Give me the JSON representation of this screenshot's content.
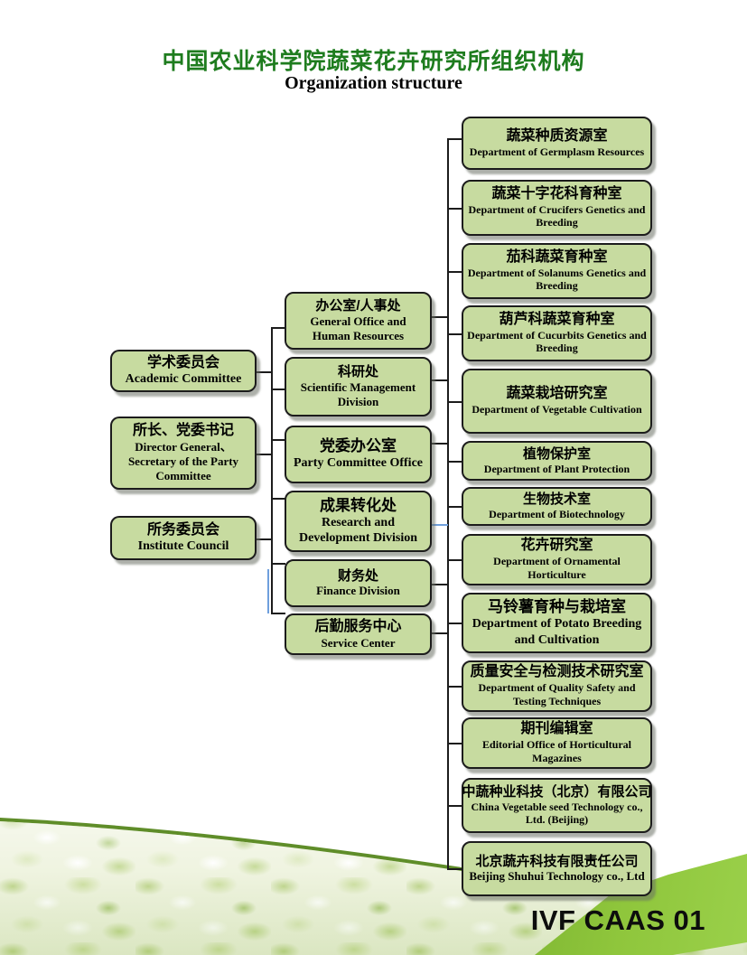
{
  "title": {
    "cn": "中国农业科学院蔬菜花卉研究所组织机构",
    "en": "Organization structure"
  },
  "footer": {
    "code": "IVF CAAS 01"
  },
  "org": {
    "left": [
      {
        "cn": "学术委员会",
        "en": "Academic Committee"
      },
      {
        "cn": "所长、党委书记",
        "en": "Director General、Secretary of the Party Committee"
      },
      {
        "cn": "所务委员会",
        "en": "Institute Council"
      }
    ],
    "middle": [
      {
        "cn": "办公室/人事处",
        "en": "General Office and Human Resources"
      },
      {
        "cn": "科研处",
        "en": "Scientific Management Division"
      },
      {
        "cn": "党委办公室",
        "en": "Party Committee Office"
      },
      {
        "cn": "成果转化处",
        "en": "Research and Development Division"
      },
      {
        "cn": "财务处",
        "en": "Finance Division"
      },
      {
        "cn": "后勤服务中心",
        "en": "Service Center"
      }
    ],
    "right": [
      {
        "cn": "蔬菜种质资源室",
        "en": "Department of Germplasm Resources"
      },
      {
        "cn": "蔬菜十字花科育种室",
        "en": "Department of Crucifers Genetics and Breeding"
      },
      {
        "cn": "茄科蔬菜育种室",
        "en": "Department of Solanums Genetics and Breeding"
      },
      {
        "cn": "葫芦科蔬菜育种室",
        "en": "Department of Cucurbits Genetics and Breeding"
      },
      {
        "cn": "蔬菜栽培研究室",
        "en": "Department of Vegetable Cultivation"
      },
      {
        "cn": "植物保护室",
        "en": "Department of Plant Protection"
      },
      {
        "cn": "生物技术室",
        "en": "Department of Biotechnology"
      },
      {
        "cn": "花卉研究室",
        "en": "Department of Ornamental Horticulture"
      },
      {
        "cn": "马铃薯育种与栽培室",
        "en": "Department of Potato Breeding and Cultivation"
      },
      {
        "cn": "质量安全与检测技术研究室",
        "en": "Department of Quality Safety and Testing Techniques"
      },
      {
        "cn": "期刊编辑室",
        "en": "Editorial Office of Horticultural Magazines"
      },
      {
        "cn": "中蔬种业科技（北京）有限公司",
        "en": "China Vegetable seed Technology co., Ltd. (Beijing)"
      },
      {
        "cn": "北京蔬卉科技有限责任公司",
        "en": "Beijing Shuhui Technology co., Ltd"
      }
    ]
  },
  "colors": {
    "title_green": "#1e7c1e",
    "box_fill": "#c7dba0",
    "box_border": "#1c1c1c",
    "connector": "#1c1c1c",
    "highlight_blue": "#6f9fdd",
    "wedge_green": "#8fc63c",
    "bottom_green": "#7fae3a"
  }
}
